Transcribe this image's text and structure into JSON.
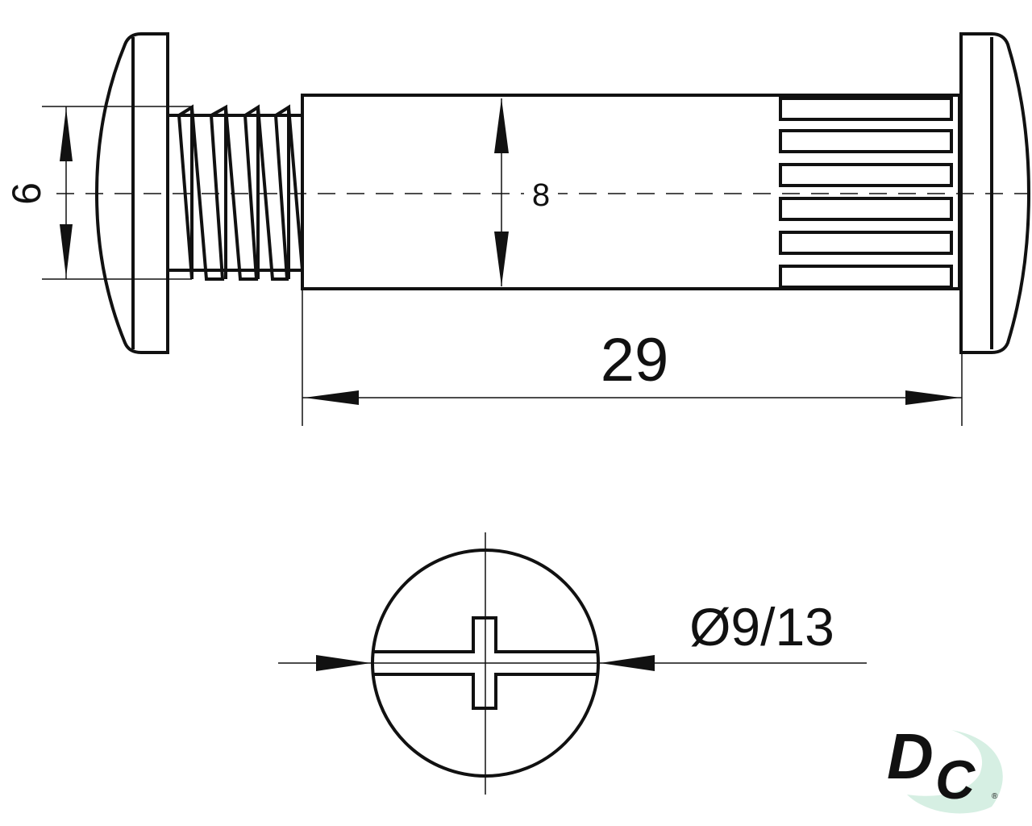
{
  "title": "Screw connector technical drawing",
  "dimensions": {
    "thread_diameter": "6",
    "body_diameter": "8",
    "length": "29",
    "head_diameter": "Ø9/13"
  },
  "logo": {
    "text": "DC",
    "mark": "®",
    "colors": {
      "gray": "#c8c8c8",
      "green": "#d6efe3"
    }
  }
}
